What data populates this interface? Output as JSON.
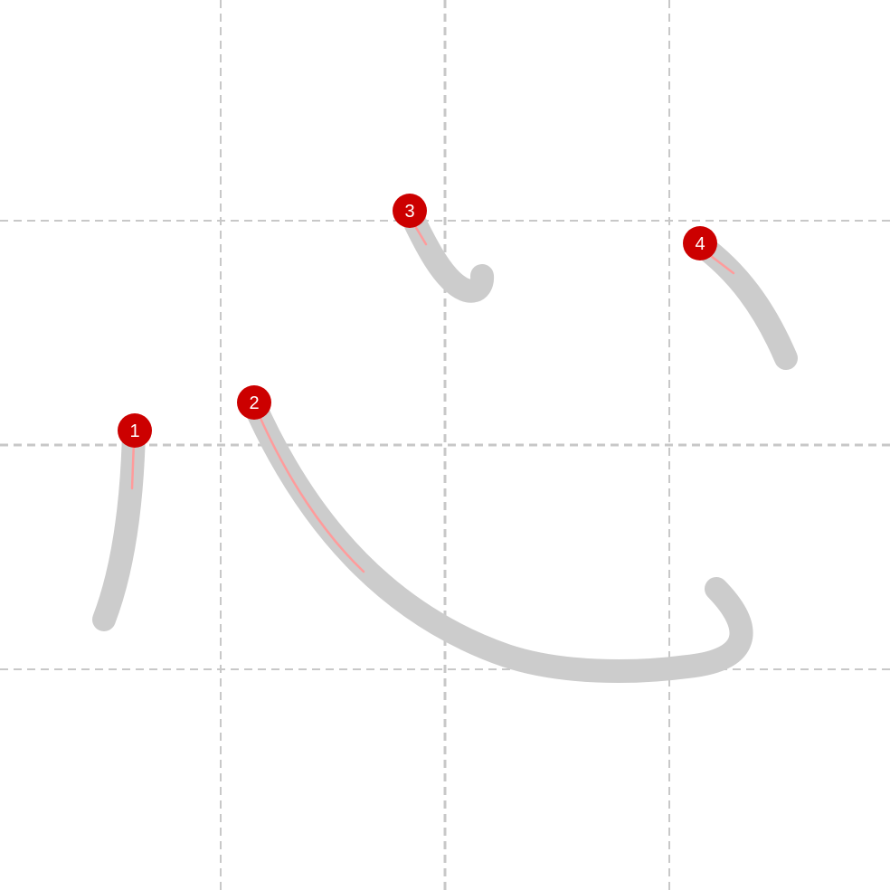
{
  "colors": {
    "background": "#ffffff",
    "grid": "#c8c8c8",
    "stroke": "#cccccc",
    "guide": "#ff9b9b",
    "badge": "#cc0000",
    "badge_text": "#ffffff"
  },
  "strokes": [
    {
      "number": "1"
    },
    {
      "number": "2"
    },
    {
      "number": "3"
    },
    {
      "number": "4"
    }
  ]
}
